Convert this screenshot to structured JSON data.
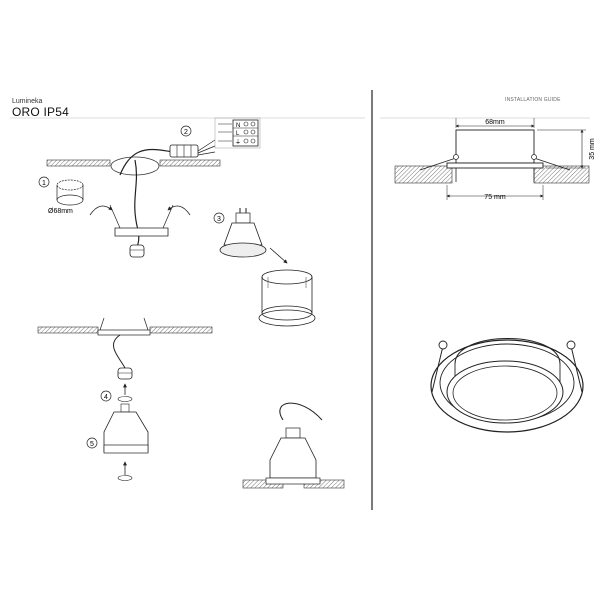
{
  "header": {
    "brand": "Lumineka",
    "product": "ORO IP54",
    "section": "INSTALLATION GUIDE"
  },
  "steps": {
    "s1": "1",
    "s2": "2",
    "s3": "3",
    "s4": "4",
    "s5": "5"
  },
  "cutout_label": "Ø68mm",
  "terminal_labels": [
    "N",
    "L",
    "⏚"
  ],
  "dimensions": {
    "top_width": "68mm",
    "bottom_width": "75 mm",
    "height": "35 mm"
  },
  "icons": [
    "rotate-arrow-icon",
    "twist-lock-icon",
    "gu10-bulb-icon",
    "terminal-block-icon"
  ]
}
